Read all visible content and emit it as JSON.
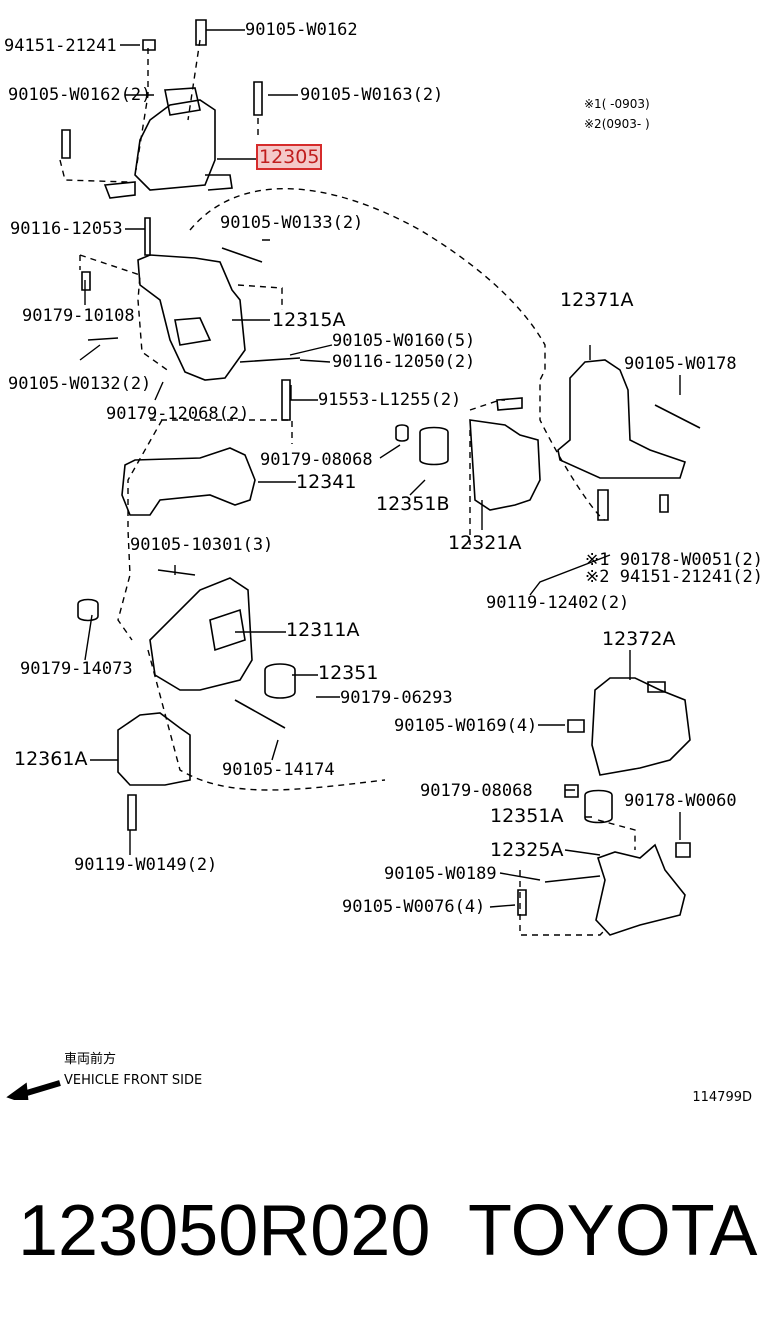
{
  "diagram": {
    "notes": {
      "note1": "※1(      -0903)",
      "note2": "※2(0903-      )"
    },
    "labels": {
      "l94151_21241": "94151-21241",
      "l90105_w0162_top": "90105-W0162",
      "l90105_w0162_2": "90105-W0162(2)",
      "l90105_w0163_2": "90105-W0163(2)",
      "l12305": "12305",
      "l90116_12053": "90116-12053",
      "l90105_w0133_2": "90105-W0133(2)",
      "l90179_10108": "90179-10108",
      "l12315a": "12315A",
      "l90105_w0160_5": "90105-W0160(5)",
      "l90116_12050_2": "90116-12050(2)",
      "l12371a": "12371A",
      "l90105_w0178": "90105-W0178",
      "l90105_w0132_2": "90105-W0132(2)",
      "l90179_12068_2": "90179-12068(2)",
      "l91553_l1255_2": "91553-L1255(2)",
      "l90179_08068_a": "90179-08068",
      "l12341": "12341",
      "l12351b": "12351B",
      "l12321a": "12321A",
      "l90105_10301_3": "90105-10301(3)",
      "l90178_w0051_2": "※1 90178-W0051(2)",
      "l94151_21241_2": "※2 94151-21241(2)",
      "l90119_12402_2": "90119-12402(2)",
      "l12311a": "12311A",
      "l12372a": "12372A",
      "l90179_14073": "90179-14073",
      "l12351": "12351",
      "l90179_06293": "90179-06293",
      "l90105_w0169_4": "90105-W0169(4)",
      "l12361a": "12361A",
      "l90105_14174": "90105-14174",
      "l90179_08068_b": "90179-08068",
      "l90178_w0060": "90178-W0060",
      "l12351a": "12351A",
      "l12325a": "12325A",
      "l90105_w0189": "90105-W0189",
      "l90105_w0076_4": "90105-W0076(4)",
      "l90119_w0149_2": "90119-W0149(2)"
    },
    "front_side": {
      "jp": "車両前方",
      "en": "VEHICLE FRONT SIDE"
    },
    "illustration_id": "114799D"
  },
  "footer": {
    "part_number": "123050R020",
    "brand": "TOYOTA"
  },
  "colors": {
    "highlight_border": "#d62b2b",
    "highlight_fill": "#f4c9c9",
    "line": "#000000"
  }
}
